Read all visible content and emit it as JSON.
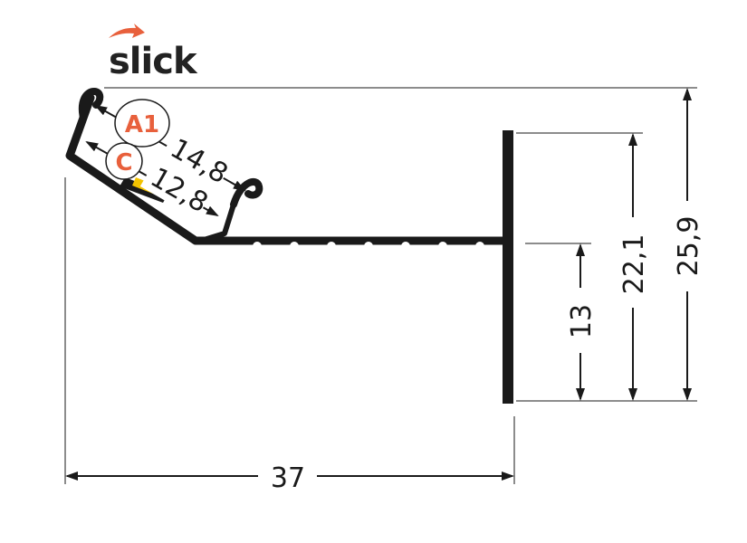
{
  "logo": {
    "text": "slick",
    "accent_color": "#e8603c",
    "text_color": "#222222",
    "icon": "arrow-swoosh-icon"
  },
  "badges": {
    "a1": {
      "label": "A1",
      "color": "#e8603c"
    },
    "c": {
      "label": "C",
      "color": "#e8603c"
    }
  },
  "dimensions": {
    "width": "37",
    "inner_diag_a1": "14,8",
    "inner_diag_c": "12,8",
    "height_stem": "13",
    "height_fin": "22,1",
    "height_total": "25,9"
  },
  "colors": {
    "profile": "#1a1a1a",
    "led": "#f2c200",
    "lines": "#1a1a1a"
  }
}
